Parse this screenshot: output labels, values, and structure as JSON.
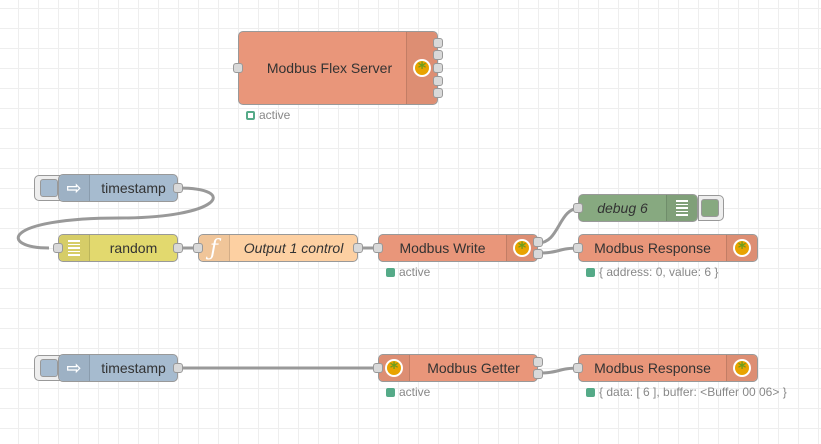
{
  "canvas": {
    "type": "node-red-flow-editor"
  },
  "colors": {
    "modbus": "#e9967a",
    "inject": "#a6bbcf",
    "random": "#e2d96e",
    "function": "#fdd0a2",
    "debug": "#87a980",
    "status_green": "#55aa88",
    "wire": "#999999"
  },
  "nodes": {
    "flex_server": {
      "label": "Modbus Flex Server",
      "icon": "modbus-gear-icon",
      "outputs": 5,
      "status": "active",
      "status_shape": "ring"
    },
    "inject1": {
      "label": "timestamp",
      "icon": "arrow-right-icon"
    },
    "random": {
      "label": "random",
      "icon": "list-icon"
    },
    "function": {
      "label": "Output 1 control",
      "icon": "function-icon"
    },
    "modbus_write": {
      "label": "Modbus Write",
      "icon": "modbus-gear-icon",
      "status": "active"
    },
    "debug6": {
      "label": "debug 6",
      "icon": "list-icon"
    },
    "response1": {
      "label": "Modbus Response",
      "icon": "modbus-gear-icon",
      "status": "{ address: 0, value: 6 }"
    },
    "inject2": {
      "label": "timestamp",
      "icon": "arrow-right-icon"
    },
    "getter": {
      "label": "Modbus Getter",
      "icon": "modbus-gear-icon",
      "status": "active"
    },
    "response2": {
      "label": "Modbus Response",
      "icon": "modbus-gear-icon",
      "status": "{ data: [ 6 ], buffer: <Buffer 00 06> }"
    }
  },
  "wires": [
    {
      "from": "inject1",
      "to": "random"
    },
    {
      "from": "random",
      "to": "function"
    },
    {
      "from": "function",
      "to": "modbus_write"
    },
    {
      "from": "modbus_write",
      "to": "debug6"
    },
    {
      "from": "modbus_write",
      "to": "response1"
    },
    {
      "from": "inject2",
      "to": "getter"
    },
    {
      "from": "getter",
      "to": "response2"
    }
  ]
}
